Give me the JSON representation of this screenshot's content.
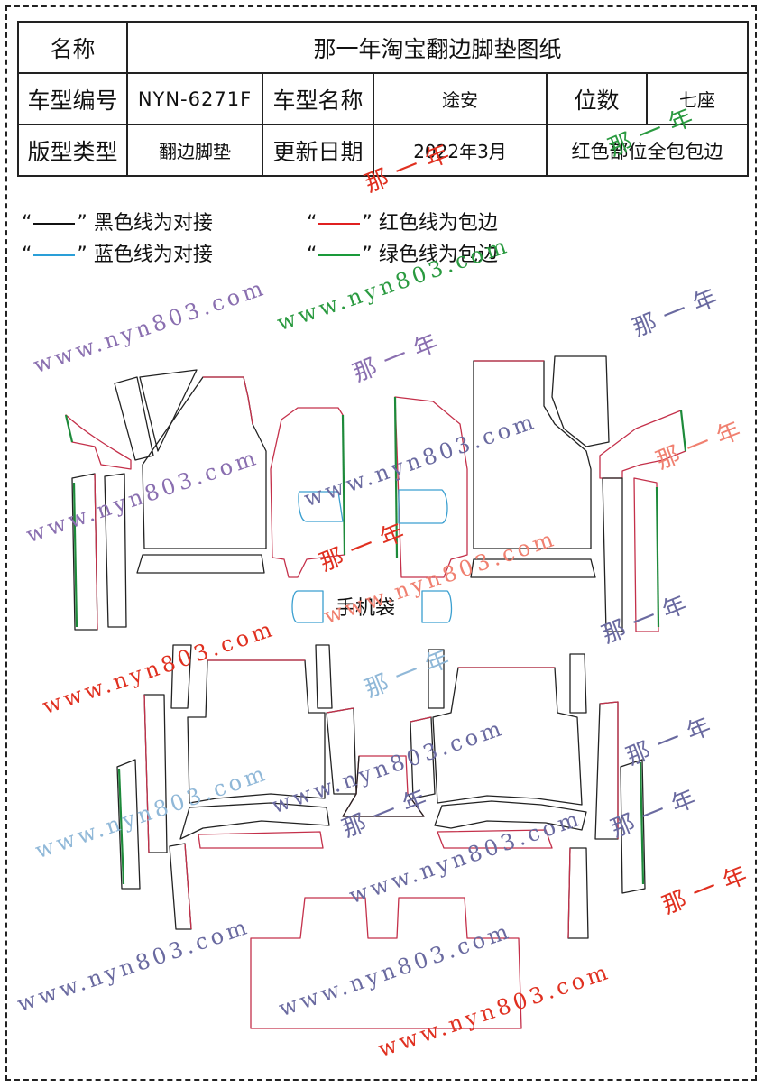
{
  "header": {
    "name_label": "名称",
    "title": "那一年淘宝翻边脚垫图纸",
    "model_code_label": "车型编号",
    "model_code": "NYN-6271F",
    "model_name_label": "车型名称",
    "model_name": "途安",
    "seats_label": "位数",
    "seats": "七座",
    "pattern_type_label": "版型类型",
    "pattern_type": "翻边脚垫",
    "update_label": "更新日期",
    "update_date": "2022年3月",
    "note": "红色部位全包包边"
  },
  "legend": [
    {
      "text": "黑色线为对接",
      "color": "#111111"
    },
    {
      "text": "红色线为包边",
      "color": "#e02020"
    },
    {
      "text": "蓝色线为对接",
      "color": "#2a9fd8"
    },
    {
      "text": "绿色线为包边",
      "color": "#1a9a3a"
    }
  ],
  "legend_quote_open": "“",
  "legend_quote_close": "”",
  "drawing": {
    "pocket_label": "手机袋",
    "line_colors": {
      "black": "#222222",
      "red": "#c4304a",
      "blue": "#3a9fd0",
      "green": "#1d8a3a"
    }
  },
  "watermarks": {
    "url": "www.nyn803.com",
    "brand": "那一年",
    "colors": [
      "#8a6fb0",
      "#e03020",
      "#2a9a40",
      "#90b8d8",
      "#6a6aa0",
      "#f08070"
    ]
  }
}
